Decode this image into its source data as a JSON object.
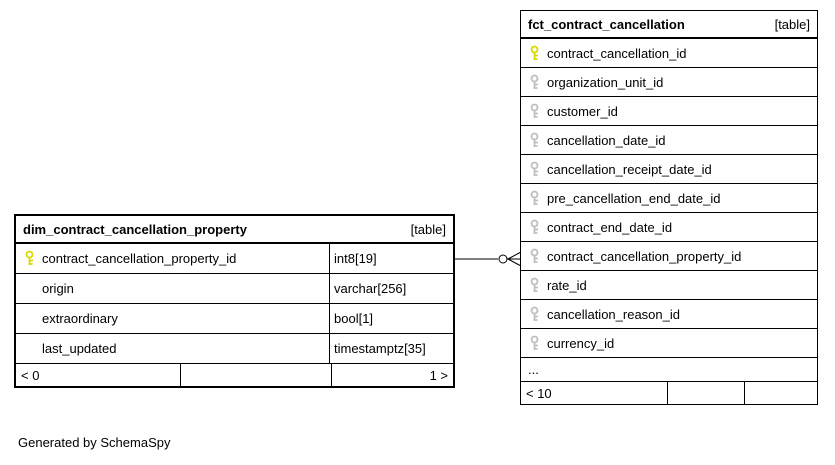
{
  "credit": "Generated by SchemaSpy",
  "colors": {
    "primary_key": "#d9d900",
    "foreign_key": "#bfbfbf",
    "line": "#000000",
    "background": "#ffffff"
  },
  "relationship": {
    "from_table": "dim_contract_cancellation_property",
    "from_column": "contract_cancellation_property_id",
    "to_table": "fct_contract_cancellation",
    "to_column": "contract_cancellation_property_id",
    "to_end_symbol": "zero-or-many (o<)"
  },
  "tables": [
    {
      "name": "dim_contract_cancellation_property",
      "tag": "[table]",
      "columns": [
        {
          "name": "contract_cancellation_property_id",
          "type": "int8[19]",
          "key": "primary"
        },
        {
          "name": "origin",
          "type": "varchar[256]",
          "key": ""
        },
        {
          "name": "extraordinary",
          "type": "bool[1]",
          "key": ""
        },
        {
          "name": "last_updated",
          "type": "timestamptz[35]",
          "key": ""
        }
      ],
      "footer_left": "< 0",
      "footer_right": "1 >"
    },
    {
      "name": "fct_contract_cancellation",
      "tag": "[table]",
      "columns": [
        {
          "name": "contract_cancellation_id",
          "key": "primary"
        },
        {
          "name": "organization_unit_id",
          "key": "foreign"
        },
        {
          "name": "customer_id",
          "key": "foreign"
        },
        {
          "name": "cancellation_date_id",
          "key": "foreign"
        },
        {
          "name": "cancellation_receipt_date_id",
          "key": "foreign"
        },
        {
          "name": "pre_cancellation_end_date_id",
          "key": "foreign"
        },
        {
          "name": "contract_end_date_id",
          "key": "foreign"
        },
        {
          "name": "contract_cancellation_property_id",
          "key": "foreign"
        },
        {
          "name": "rate_id",
          "key": "foreign"
        },
        {
          "name": "cancellation_reason_id",
          "key": "foreign"
        },
        {
          "name": "currency_id",
          "key": "foreign"
        },
        {
          "name": "...",
          "key": ""
        }
      ],
      "footer_left": "< 10",
      "footer_right": ""
    }
  ]
}
